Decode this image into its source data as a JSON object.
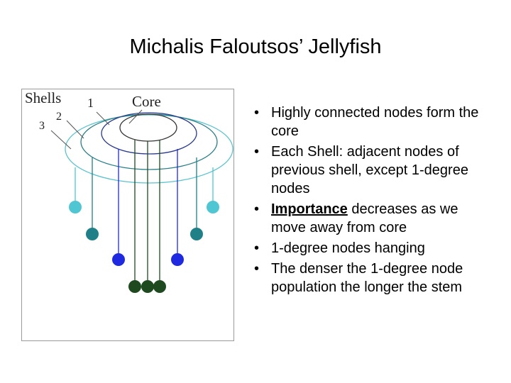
{
  "title": "Michalis Faloutsos’ Jellyfish",
  "labels": {
    "shells": "Shells",
    "shell_1": "1",
    "core": "Core",
    "shell_2": "2",
    "shell_3": "3"
  },
  "bullet_glyph": "•",
  "bullets": [
    {
      "text": "Highly connected nodes form the core"
    },
    {
      "text": "Each Shell: adjacent nodes of previous shell, except 1-degree nodes"
    },
    {
      "bold": "Importance",
      "text": " decreases as we move away from core"
    },
    {
      "text": "1-degree nodes hanging"
    },
    {
      "text": "The denser the 1-degree node population the longer the stem"
    }
  ],
  "colors": {
    "core_ring": "#333333",
    "shell1_ring": "#2b3a8a",
    "shell2_ring": "#2b7f86",
    "shell3_ring": "#5cc3cc",
    "node_cyan": "#4fc6d2",
    "node_teal": "#1f8087",
    "node_blue": "#1f2ae0",
    "node_green": "#1f4a1f"
  }
}
